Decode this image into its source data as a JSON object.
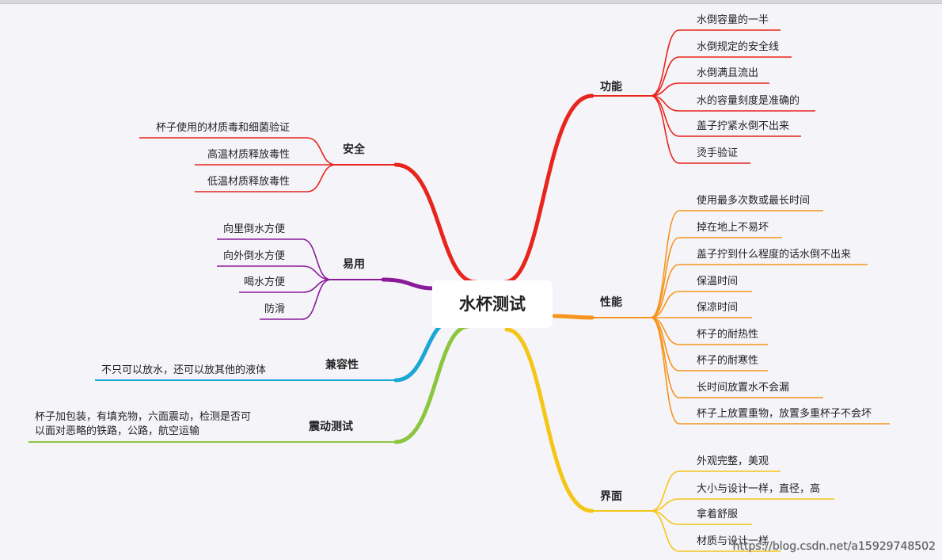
{
  "root": {
    "label": "水杯测试"
  },
  "colors": {
    "功能": "#e8251d",
    "安全": "#e8251d",
    "易用": "#8b1a9a",
    "兼容性": "#1ba6d6",
    "震动测试": "#8cc63f",
    "性能": "#f7941d",
    "界面": "#f5c518",
    "root_bg": "#ffffff"
  },
  "branches": [
    {
      "id": "gongneng",
      "label": "功能",
      "side": "right",
      "leaves": [
        "水倒容量的一半",
        "水倒规定的安全线",
        "水倒满且流出",
        "水的容量刻度是准确的",
        "盖子拧紧水倒不出来",
        "烫手验证"
      ]
    },
    {
      "id": "xingneng",
      "label": "性能",
      "side": "right",
      "leaves": [
        "使用最多次数或最长时间",
        "掉在地上不易坏",
        "盖子拧到什么程度的话水倒不出来",
        "保温时间",
        "保凉时间",
        "杯子的耐热性",
        "杯子的耐寒性",
        "长时间放置水不会漏",
        "杯子上放置重物，放置多重杯子不会坏"
      ]
    },
    {
      "id": "jiemian",
      "label": "界面",
      "side": "right",
      "leaves": [
        "外观完整，美观",
        "大小与设计一样，直径，高",
        "拿着舒服",
        "材质与设计一样"
      ]
    },
    {
      "id": "anquan",
      "label": "安全",
      "side": "left",
      "leaves": [
        "杯子使用的材质毒和细菌验证",
        "高温材质释放毒性",
        "低温材质释放毒性"
      ]
    },
    {
      "id": "yiyong",
      "label": "易用",
      "side": "left",
      "leaves": [
        "向里倒水方便",
        "向外倒水方便",
        "喝水方便",
        "防滑"
      ]
    },
    {
      "id": "jianrong",
      "label": "兼容性",
      "side": "left",
      "leaves": [
        "不只可以放水，还可以放其他的液体"
      ]
    },
    {
      "id": "zhendong",
      "label": "震动测试",
      "side": "left",
      "leaves": [
        "杯子加包装，有填充物，六面震动，检测是否可",
        "以面对恶略的铁路，公路，航空运输"
      ]
    }
  ],
  "watermark": "https://blog.csdn.net/a15929748502"
}
